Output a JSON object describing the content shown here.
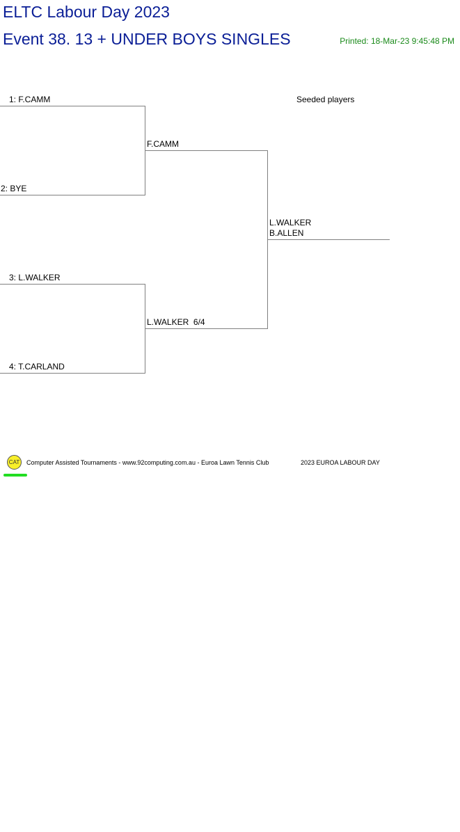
{
  "header": {
    "tournament_title": "ELTC Labour Day 2023",
    "event_title": "Event 38. 13 + UNDER BOYS SINGLES",
    "printed": "Printed: 18-Mar-23 9:45:48 PM"
  },
  "seeded_label": "Seeded players",
  "draw": {
    "round1": [
      {
        "label": "1: F.CAMM"
      },
      {
        "label": "2: BYE"
      },
      {
        "label": "3: L.WALKER"
      },
      {
        "label": "4: T.CARLAND"
      }
    ],
    "round2": [
      {
        "label": "F.CAMM"
      },
      {
        "label": "L.WALKER  6/4"
      }
    ],
    "final": {
      "line1": "L.WALKER",
      "line2": "B.ALLEN"
    }
  },
  "footer": {
    "logo_text": "CAT",
    "credits": "Computer Assisted Tournaments - www.92computing.com.au -  Euroa Lawn Tennis Club",
    "event_name": "2023 EUROA LABOUR DAY"
  },
  "colors": {
    "title": "#0a1e96",
    "printed": "#1a8a1a",
    "bracket_line": "#808080",
    "logo_fill": "#f8ef2a",
    "logo_underline": "#22dd22"
  }
}
